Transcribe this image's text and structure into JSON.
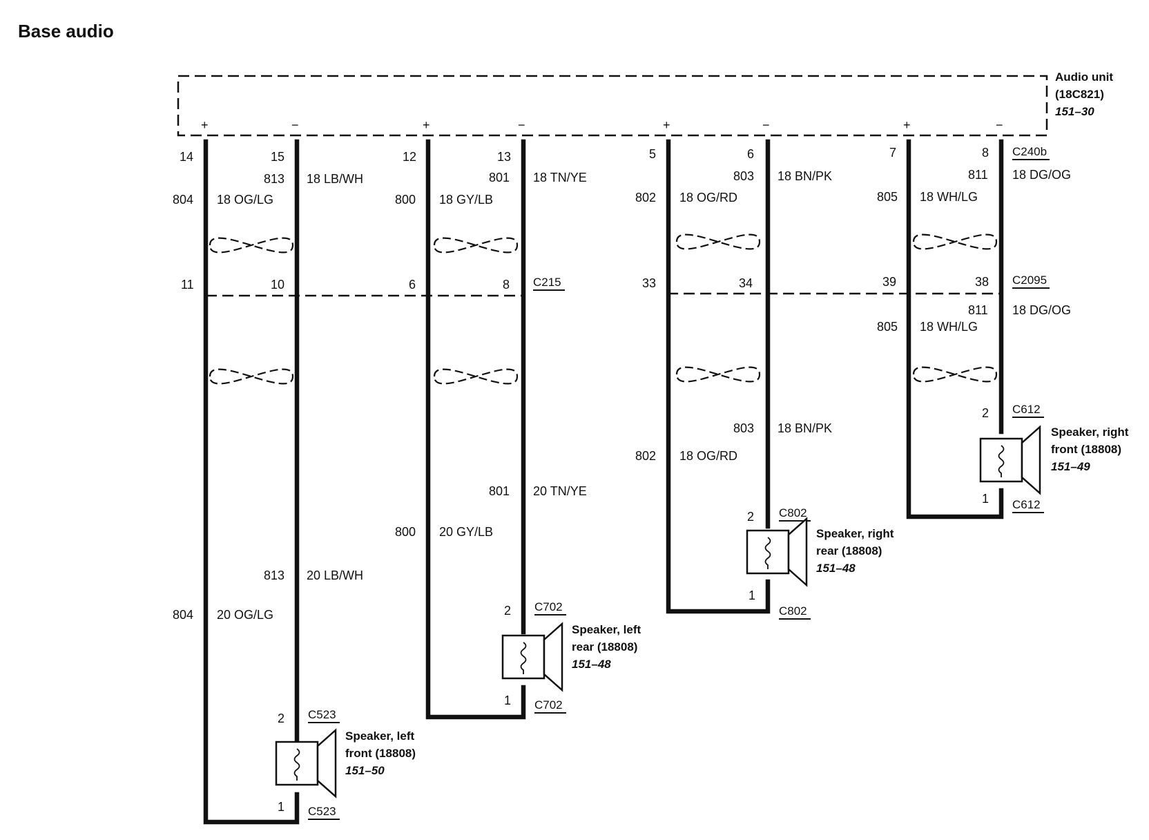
{
  "title": "Base audio",
  "audio_unit": {
    "lines": [
      "Audio unit",
      "(18C821)"
    ],
    "ref": "151–30"
  },
  "polarity": {
    "plus": "+",
    "minus": "−"
  },
  "harnesses": [
    {
      "plus_pin": "14",
      "minus_pin": "15",
      "plus_top": {
        "circuit": "804",
        "label": "18 OG/LG"
      },
      "minus_top": {
        "circuit": "813",
        "label": "18 LB/WH"
      },
      "plus_mid_pin": "11",
      "minus_mid_pin": "10",
      "plus_bottom": {
        "circuit": "804",
        "label": "20 OG/LG"
      },
      "minus_bottom": {
        "circuit": "813",
        "label": "20 LB/WH"
      },
      "speaker": {
        "pin_top": "2",
        "pin_bottom": "1",
        "connector": "C523",
        "lines": [
          "Speaker, left",
          "front (18808)"
        ],
        "ref": "151–50"
      }
    },
    {
      "plus_pin": "12",
      "minus_pin": "13",
      "plus_top": {
        "circuit": "800",
        "label": "18  GY/LB"
      },
      "minus_top": {
        "circuit": "801",
        "label": "18 TN/YE"
      },
      "plus_mid_pin": "6",
      "minus_mid_pin": "8",
      "mid_connector": "C215",
      "plus_bottom": {
        "circuit": "800",
        "label": "20  GY/LB"
      },
      "minus_bottom": {
        "circuit": "801",
        "label": "20 TN/YE"
      },
      "speaker": {
        "pin_top": "2",
        "pin_bottom": "1",
        "connector": "C702",
        "lines": [
          "Speaker, left",
          "rear (18808)"
        ],
        "ref": "151–48"
      }
    },
    {
      "plus_pin": "5",
      "minus_pin": "6",
      "plus_top": {
        "circuit": "802",
        "label": "18 OG/RD"
      },
      "minus_top": {
        "circuit": "803",
        "label": "18  BN/PK"
      },
      "plus_mid_pin": "33",
      "minus_mid_pin": "34",
      "plus_bottom": {
        "circuit": "802",
        "label": "18 OG/RD"
      },
      "minus_bottom": {
        "circuit": "803",
        "label": "18  BN/PK"
      },
      "speaker": {
        "pin_top": "2",
        "pin_bottom": "1",
        "connector": "C802",
        "lines": [
          "Speaker, right",
          "rear (18808)"
        ],
        "ref": "151–48"
      }
    },
    {
      "plus_pin": "7",
      "minus_pin": "8",
      "top_connector": "C240b",
      "plus_top": {
        "circuit": "805",
        "label": "18 WH/LG"
      },
      "minus_top": {
        "circuit": "811",
        "label": "18 DG/OG"
      },
      "plus_mid_pin": "39",
      "minus_mid_pin": "38",
      "mid_connector": "C2095",
      "plus_bottom": {
        "circuit": "805",
        "label": "18 WH/LG"
      },
      "minus_bottom": {
        "circuit": "811",
        "label": "18 DG/OG"
      },
      "speaker": {
        "pin_top": "2",
        "pin_bottom": "1",
        "connector": "C612",
        "lines": [
          "Speaker, right",
          "front (18808)"
        ],
        "ref": "151–49"
      }
    }
  ]
}
